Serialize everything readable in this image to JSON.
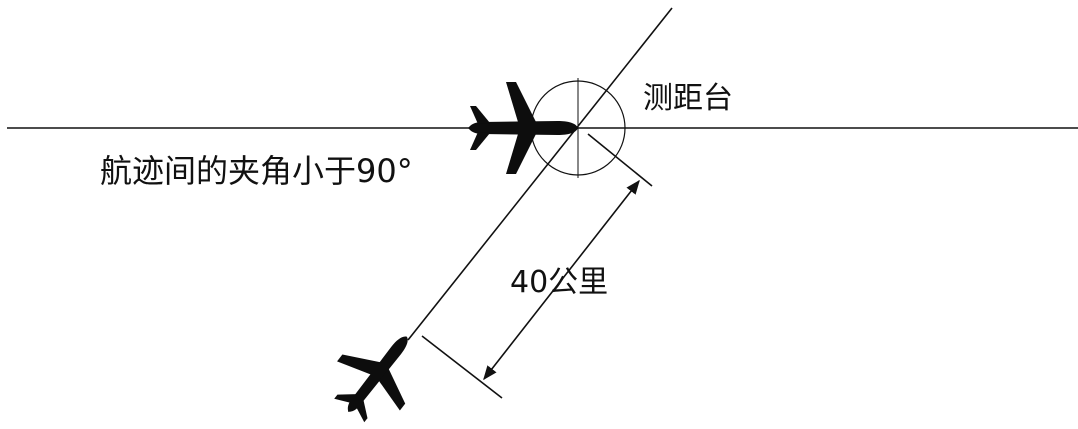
{
  "labels": {
    "station": "测距台",
    "track_angle": "航迹间的夹角小于90°",
    "distance": "40公里"
  },
  "colors": {
    "line": "#111111",
    "aircraft": "#0d0d0d",
    "background": "#ffffff"
  },
  "icons": {
    "aircraft": "airplane-silhouette-icon",
    "station": "dme-station-icon"
  }
}
